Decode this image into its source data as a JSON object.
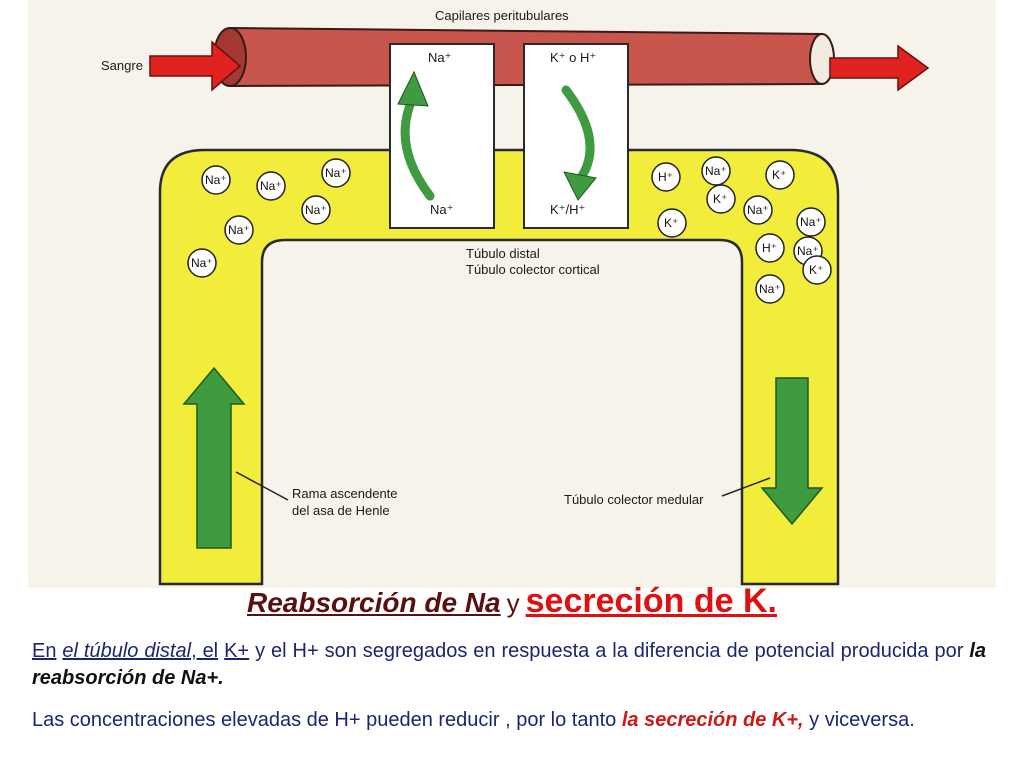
{
  "diagram": {
    "capillary_label": "Capilares peritubulares",
    "blood_label": "Sangre",
    "exchange_left": {
      "top": "Na⁺",
      "bottom": "Na⁺"
    },
    "exchange_right": {
      "top": "K⁺ o H⁺",
      "bottom": "K⁺/H⁺"
    },
    "distal_label_1": "Túbulo distal",
    "distal_label_2": "Túbulo colector cortical",
    "ascending_label_1": "Rama ascendente",
    "ascending_label_2": "del asa de Henle",
    "medullary_label": "Túbulo colector medular",
    "left_ions": [
      "Na⁺",
      "Na⁺",
      "Na⁺",
      "Na⁺",
      "Na⁺",
      "Na⁺"
    ],
    "right_ions": [
      "H⁺",
      "Na⁺",
      "K⁺",
      "K⁺",
      "Na⁺",
      "K⁺",
      "Na⁺",
      "H⁺",
      "Na⁺",
      "K⁺",
      "Na⁺"
    ]
  },
  "title": {
    "part1": "Reabsorción de Na",
    "part2": "y",
    "part3": "secreción de K."
  },
  "para1": {
    "s1": "En",
    "s2": "el túbulo distal",
    "s3": ", el",
    "s4": "K+",
    "s5": "y el H+ son segregados en respuesta a la diferencia de potencial producida por",
    "s6": "la reabsorción de Na+."
  },
  "para2": {
    "s1": "Las concentraciones elevadas de H+ pueden reducir , por lo tanto",
    "s2": "la secreción de K+,",
    "s3": "y viceversa."
  },
  "colors": {
    "capillary": "#c8564c",
    "tubule": "#f2ec3a",
    "arrow_green": "#3f9b3f",
    "arrow_red": "#e0231f",
    "title_dark": "#5a1010",
    "title_red": "#e01010",
    "text_blue": "#1c2670"
  }
}
